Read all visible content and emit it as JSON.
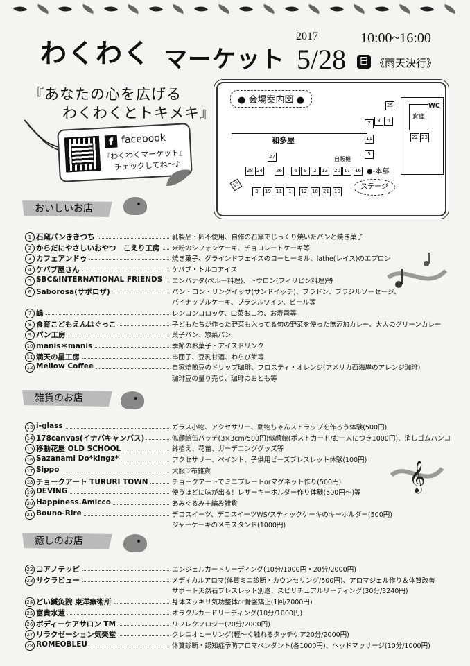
{
  "header": {
    "title_part1": "わくわく",
    "title_part2": "マーケット",
    "year": "2017",
    "time": "10:00~16:00",
    "date": "5/28",
    "day_of_week": "日",
    "rain_note": "《雨天決行》"
  },
  "tagline": {
    "line1": "『あなたの心を広げる",
    "line2": "わくわくとトキメキ』"
  },
  "facebook": {
    "label": "facebook",
    "line2": "『わくわくマーケット』",
    "line3": "チェックしてね～♪"
  },
  "map": {
    "title": "会場案内図",
    "building": "和多屋",
    "vending": "自販機",
    "hq": "本部",
    "stage": "ステージ",
    "storage": "倉庫",
    "wc": "WC",
    "row_top": [
      "28",
      "24",
      "26",
      "6",
      "9",
      "2",
      "13",
      "20",
      "17",
      "16"
    ],
    "row_bottom": [
      "3",
      "19",
      "11",
      "1",
      "12",
      "18",
      "21",
      "10"
    ],
    "col_right": [
      "7",
      "8",
      "4",
      "11",
      "5"
    ],
    "right_block": [
      "25",
      "22",
      "23"
    ],
    "single": [
      "27",
      "15"
    ]
  },
  "sections": [
    {
      "title": "おいしいお店",
      "items": [
        {
          "n": "1",
          "name": "石窯パンききつち",
          "desc": "乳製品・卵不使用、自作の石窯でじっくり焼いたパンと焼き菓子"
        },
        {
          "n": "2",
          "name": "からだにやさしいおやつ　こえり工房",
          "desc": "米粉のシフォンケーキ、チョコレートケーキ等"
        },
        {
          "n": "3",
          "name": "カフェアンドゥ",
          "desc": "焼き菓子、グラインドフェイスのコーヒーミル、lathe(レイス)のエプロン"
        },
        {
          "n": "4",
          "name": "ケバブ屋さん",
          "desc": "ケバブ・トルコアイス"
        },
        {
          "n": "5",
          "name": "SBC&INTERNATIONAL FRIENDS",
          "desc": "エンパナダ(ペルー料理)、トウロン(フィリピン料理)等"
        },
        {
          "n": "6",
          "name": "Saborosa(サボロザ)",
          "desc": "パン・コン・リングイッサ(サンドイッチ)、ブラドン、ブラジルソーセージ、"
        },
        {
          "n": "",
          "name": "",
          "desc": "パイナップルケーキ、ブラジルワイン、ビール等"
        },
        {
          "n": "7",
          "name": "嶋",
          "desc": "レンコンコロッケ、山菜おこわ、お寿司等"
        },
        {
          "n": "8",
          "name": "食育こどもえんはぐっこ",
          "desc": "子どもたちが作った野菜も入ってる旬の野菜を使った無添加カレー、大人のグリーンカレー"
        },
        {
          "n": "9",
          "name": "パン工房",
          "desc": "菓子パン、惣菜パン"
        },
        {
          "n": "10",
          "name": "manis＊manis",
          "desc": "季節のお菓子・アイスドリンク"
        },
        {
          "n": "11",
          "name": "満天の星工房",
          "desc": "串団子、豆乳甘酒、わらび餅等"
        },
        {
          "n": "12",
          "name": "Mellow Coffee",
          "desc": "自家焙煎豆のドリップ珈琲、フロスティ・オレンジ(アメリカ西海岸のアレンジ珈琲)"
        },
        {
          "n": "",
          "name": "",
          "desc": "珈琲豆の量り売り、珈琲のおとも等"
        }
      ]
    },
    {
      "title": "雑貨のお店",
      "items": [
        {
          "n": "13",
          "name": "i-glass",
          "desc": "ガラス小物、アクセサリー、動物ちゃんストラップを作ろう体験(500円)"
        },
        {
          "n": "14",
          "name": "178canvas(イナバキャンバス)",
          "desc": "似顔絵缶バッチ(3×3cm/500円)似顔絵(ポストカード/お一人につき1000円)、消しゴムハンコ"
        },
        {
          "n": "15",
          "name": "移動花屋 OLD SCHOOL",
          "desc": "鉢植え、花苗、ガーデニンググッズ等"
        },
        {
          "n": "16",
          "name": "Sazanami Do*kingz*",
          "desc": "アクセサリー、ペイント、子供用ビーズブレスレット体験(100円)"
        },
        {
          "n": "17",
          "name": "Sippo",
          "desc": "犬服♡布雑貨"
        },
        {
          "n": "18",
          "name": "チョークアート TURURI TOWN",
          "desc": "チョークアートでミニプレートorマグネット作り(500円)"
        },
        {
          "n": "19",
          "name": "DEVING",
          "desc": "使うほどに味が出る！レザーキーホルダー作り体験(500円～)等"
        },
        {
          "n": "20",
          "name": "Happiness.Amicco",
          "desc": "あみぐるみ＋編み雑貨"
        },
        {
          "n": "21",
          "name": "Bouno-Rire",
          "desc": "デコスイーツ、デコスイーツWS/スティックケーキのキーホルダー(500円)"
        },
        {
          "n": "",
          "name": "",
          "desc": "ジャーケーキのメモスタンド(1000円)"
        }
      ]
    },
    {
      "title": "癒しのお店",
      "items": [
        {
          "n": "22",
          "name": "コアノテッピ",
          "desc": "エンジェルカードリーディング(10分/1000円・20分/2000円)"
        },
        {
          "n": "23",
          "name": "サクラビュー",
          "desc": "メディカルアロマ(体質ミニ診断・カウンセリング/500円)、アロマジェル作り＆体質改善"
        },
        {
          "n": "",
          "name": "",
          "desc": "サポート天然石ブレスレット別途、スピリチュアルリーディング(30分/3240円)"
        },
        {
          "n": "24",
          "name": "どい鍼灸院 東洋療術所",
          "desc": "身体スッキリ気功整体or骨盤矯正(1回/2000円)"
        },
        {
          "n": "25",
          "name": "富貴水蓮",
          "desc": "オラクルカードリーディング(10分/1000円)"
        },
        {
          "n": "26",
          "name": "ボディーケアサロン TM",
          "desc": "リフレクソロジー(20分/2000円)"
        },
        {
          "n": "27",
          "name": "リラクゼーション気楽堂",
          "desc": "クレニオヒーリング(軽～く触れるタッチケア20分/2000円)"
        },
        {
          "n": "28",
          "name": "ROMEOBLEU",
          "desc": "体質診断・認知症予防アロマペンダント(各1000円)、ヘッドマッサージ(10分/1000円)"
        }
      ]
    }
  ]
}
